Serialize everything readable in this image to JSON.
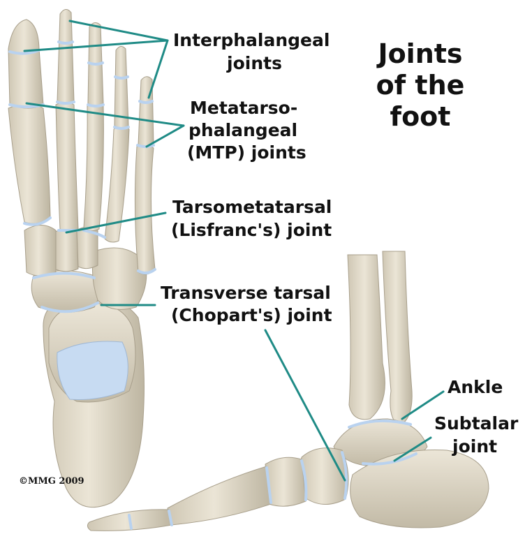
{
  "title": {
    "line1": "Joints",
    "line2": "of the",
    "line3": "foot"
  },
  "labels": {
    "interphalangeal": {
      "line1": "Interphalangeal",
      "line2": "joints"
    },
    "mtp": {
      "line1": "Metatarso-",
      "line2": "phalangeal",
      "line3": "(MTP) joints"
    },
    "tarsometatarsal": {
      "line1": "Tarsometatarsal",
      "line2": "(Lisfranc's) joint"
    },
    "transverse_tarsal": {
      "line1": "Transverse tarsal",
      "line2": "(Chopart's) joint"
    },
    "ankle": {
      "line1": "Ankle"
    },
    "subtalar": {
      "line1": "Subtalar",
      "line2": "joint"
    }
  },
  "copyright": "©MMG 2009",
  "colors": {
    "bone": "#e4ddcc",
    "bone_shadow": "#b9b19e",
    "cartilage": "#bcd4ee",
    "leader": "#1f8b86",
    "text": "#111111"
  }
}
